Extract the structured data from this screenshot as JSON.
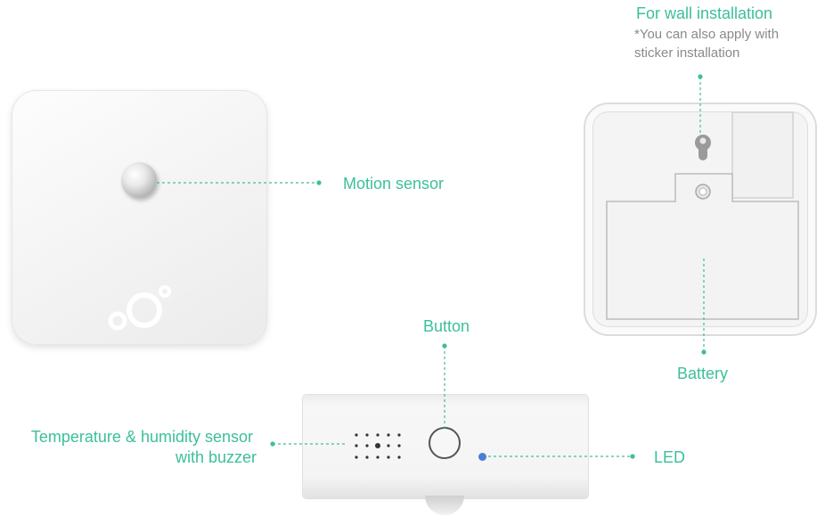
{
  "labels": {
    "wall_installation": "For wall installation",
    "wall_note_line1": "*You can also apply with",
    "wall_note_line2": "sticker installation",
    "motion_sensor": "Motion sensor",
    "battery": "Battery",
    "button": "Button",
    "led": "LED",
    "temp_line1": "Temperature & humidity sensor",
    "temp_line2": "with buzzer"
  },
  "colors": {
    "label_text": "#3cbf9a",
    "note_text": "#8a8a8a",
    "leader_line": "#3cbf9a",
    "led": "#4a7ed2"
  },
  "icons": [
    "brand-logo-icon",
    "keyhole-icon",
    "screw-icon",
    "speaker-grille-icon"
  ]
}
